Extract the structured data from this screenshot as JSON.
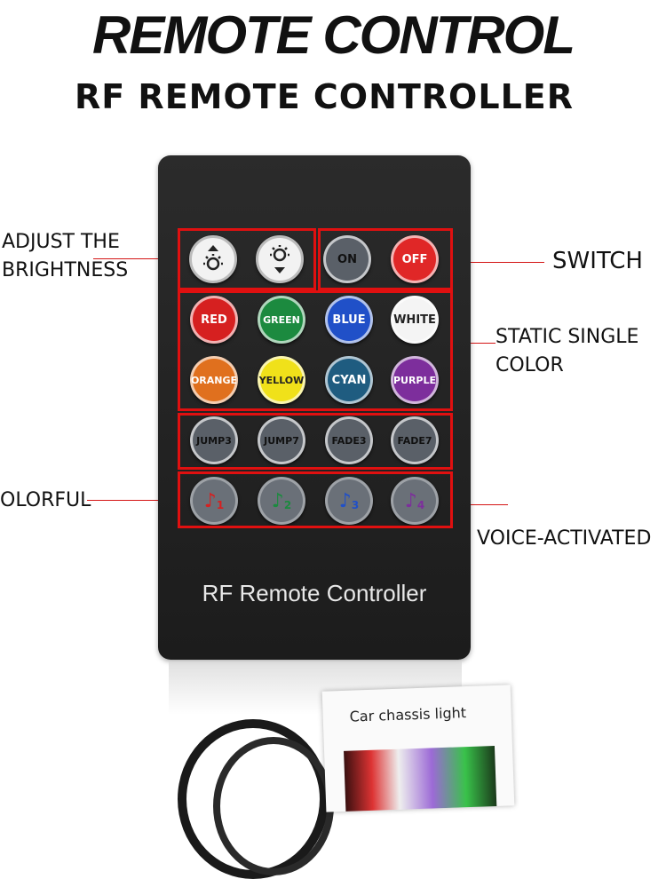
{
  "title": "REMOTE CONTROL",
  "subtitle": "RF REMOTE CONTROLLER",
  "callouts": {
    "brightness": [
      "ADJUST THE",
      "BRIGHTNESS"
    ],
    "switch": "SWITCH",
    "static": [
      "STATIC SINGLE",
      "COLOR"
    ],
    "colorful": "OLORFUL",
    "voice": "VOICE-ACTIVATED"
  },
  "buttons": {
    "power": [
      {
        "label": "ON",
        "color": "#5a6068"
      },
      {
        "label": "OFF",
        "color": "#e02727"
      }
    ],
    "colors": [
      {
        "label": "RED",
        "color": "#d62020"
      },
      {
        "label": "GREEN",
        "color": "#1c8a3f"
      },
      {
        "label": "BLUE",
        "color": "#2050c8"
      },
      {
        "label": "WHITE",
        "color": "#f4f4f4"
      },
      {
        "label": "ORANGE",
        "color": "#e0701e"
      },
      {
        "label": "YELLOW",
        "color": "#f0e11a"
      },
      {
        "label": "CYAN",
        "color": "#1f5c80"
      },
      {
        "label": "PURPLE",
        "color": "#7d2e9c"
      }
    ],
    "modes": [
      {
        "label": "JUMP3"
      },
      {
        "label": "JUMP7"
      },
      {
        "label": "FADE3"
      },
      {
        "label": "FADE7"
      }
    ],
    "music": [
      {
        "label": "1",
        "note_color": "#d62020"
      },
      {
        "label": "2",
        "note_color": "#1c8a3f"
      },
      {
        "label": "3",
        "note_color": "#2050c8"
      },
      {
        "label": "4",
        "note_color": "#7d2e9c"
      }
    ]
  },
  "brand_text": "RF Remote Controller",
  "package_label": "Car chassis light",
  "icons": [
    "brightness-up-icon",
    "brightness-down-icon",
    "music-note-icon"
  ]
}
